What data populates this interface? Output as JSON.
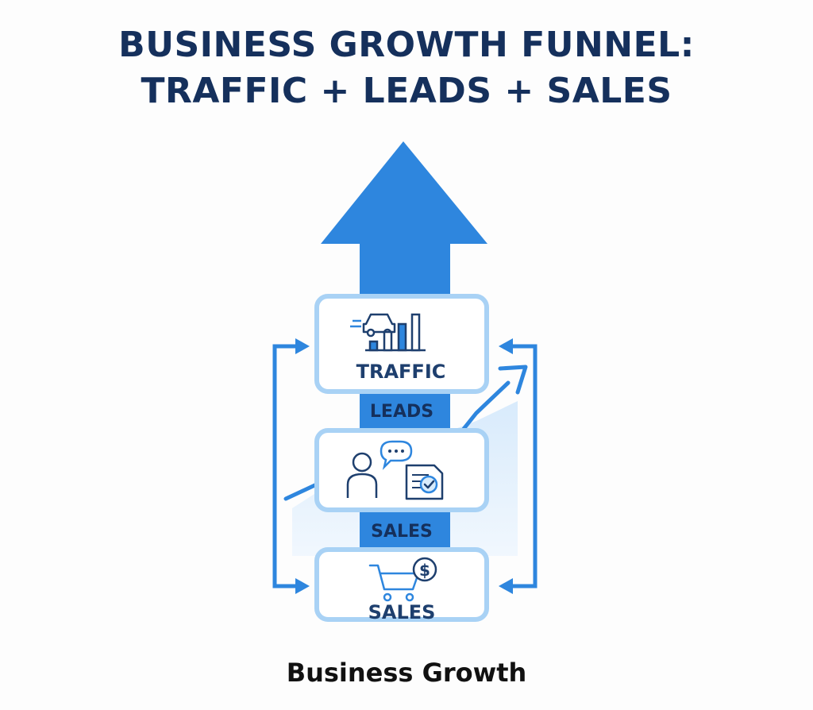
{
  "title": {
    "line1": "BUSINESS GROWTH FUNNEL:",
    "line2": "TRAFFIC + LEADS + SALES"
  },
  "stages": {
    "traffic_label": "TRAFFIC",
    "leads_band": "LEADS",
    "sales_band": "SALES",
    "sales_label": "SALES"
  },
  "icons": {
    "traffic": [
      "car-icon",
      "bar-chart-icon"
    ],
    "leads": [
      "person-icon",
      "chat-bubble-icon",
      "document-check-icon"
    ],
    "sales": [
      "shopping-cart-icon",
      "dollar-coin-icon"
    ]
  },
  "colors": {
    "title": "#15305c",
    "arrow": "#2e86de",
    "box_border": "#a9d2f5",
    "icon": "#1e3f6e",
    "label": "#1e3f6e"
  },
  "caption": "Business Growth"
}
